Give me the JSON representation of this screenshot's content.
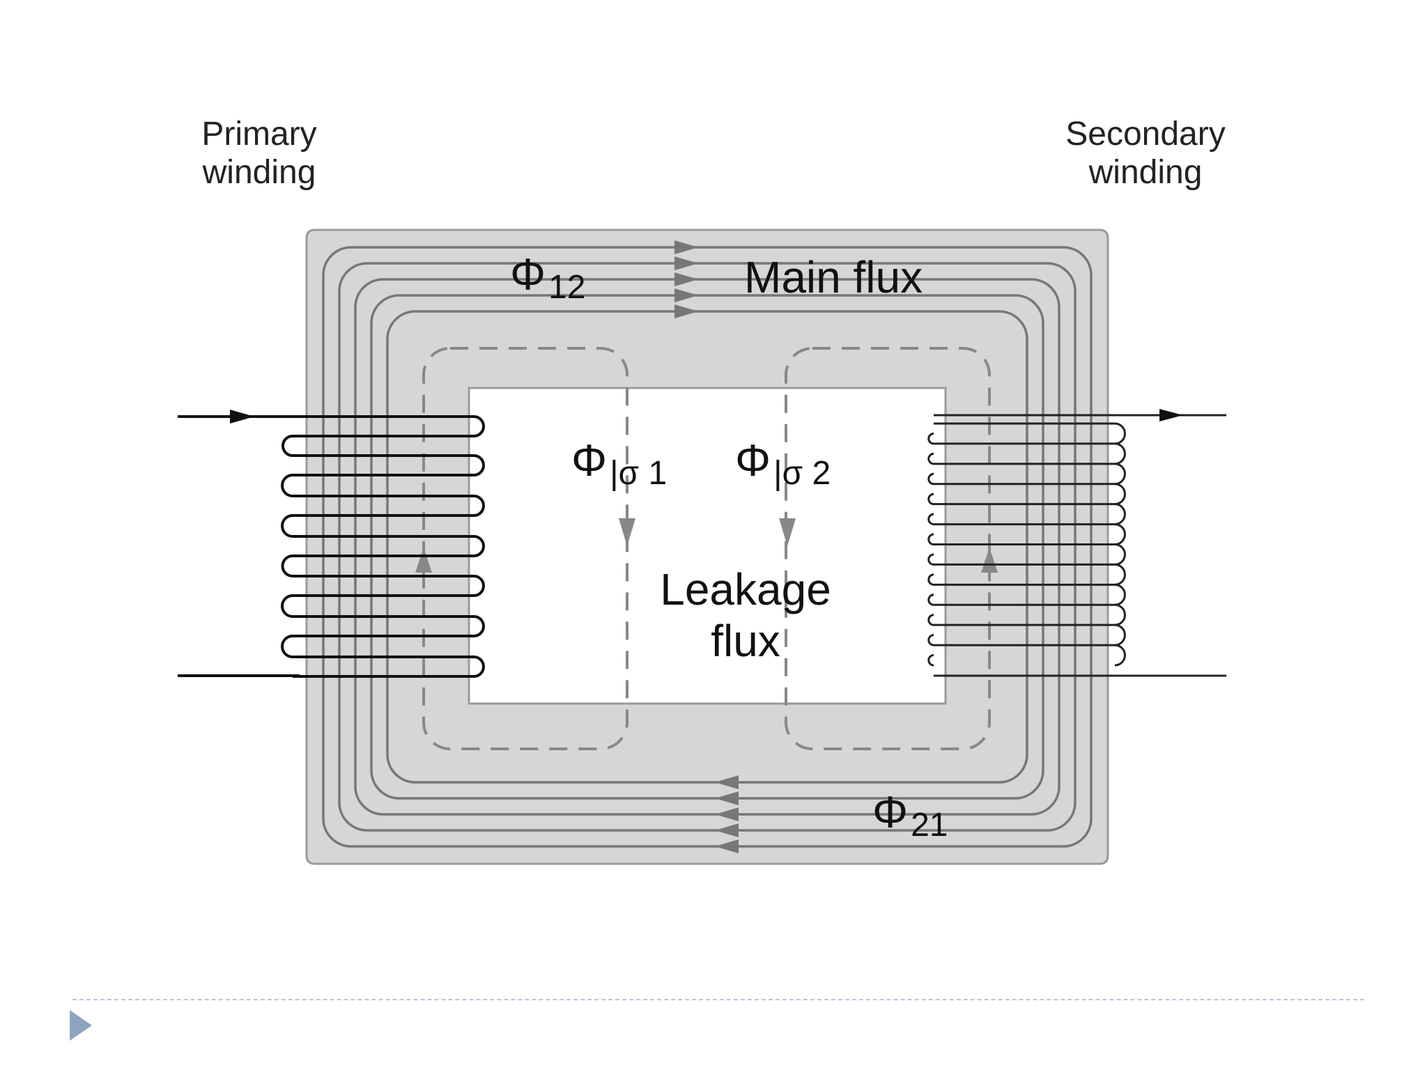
{
  "diagram": {
    "primary_winding_label": [
      "Primary",
      "winding"
    ],
    "secondary_winding_label": [
      "Secondary",
      "winding"
    ],
    "main_flux_label": "Main flux",
    "leakage_flux_label": [
      "Leakage",
      "flux"
    ],
    "phi_12": {
      "symbol": "Φ",
      "subscript": "12"
    },
    "phi_21": {
      "symbol": "Φ",
      "subscript": "21"
    },
    "phi_leak_1": {
      "symbol": "Φ",
      "subscript": "|σ 1"
    },
    "phi_leak_2": {
      "symbol": "Φ",
      "subscript": "|σ 2"
    }
  },
  "colors": {
    "core_fill": "#d6d6d6",
    "flux_line": "#777777",
    "winding": "#111111",
    "dashed_leakage": "#888888",
    "bullet": "#8ea4bf"
  }
}
